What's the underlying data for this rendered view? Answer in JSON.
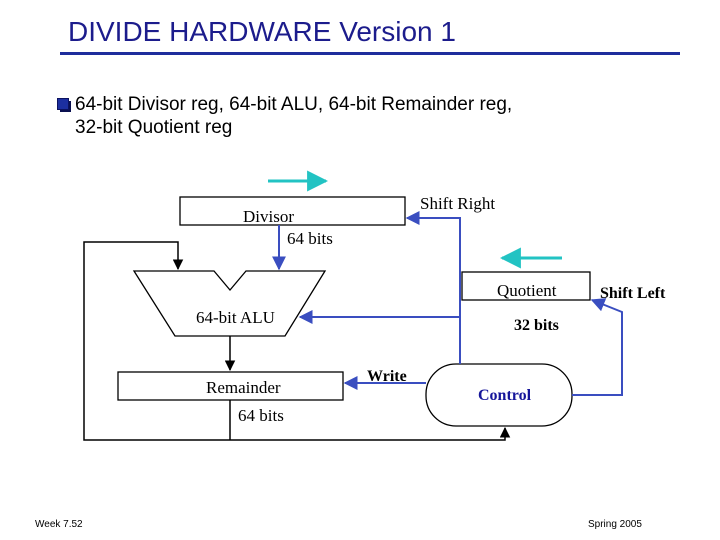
{
  "title": "DIVIDE HARDWARE Version 1",
  "bullet": {
    "line1": "64-bit Divisor reg, 64-bit ALU, 64-bit Remainder reg,",
    "line2": "32-bit Quotient reg"
  },
  "diagram": {
    "divisor": {
      "name": "Divisor",
      "size": "64 bits"
    },
    "shift_right": "Shift Right",
    "alu": "64-bit ALU",
    "quotient": {
      "name": "Quotient",
      "size": "32 bits"
    },
    "shift_left": "Shift Left",
    "remainder": {
      "name": "Remainder",
      "size": "64 bits"
    },
    "write": "Write",
    "control": "Control"
  },
  "footer": {
    "left": "Week 7.52",
    "right": "Spring 2005"
  },
  "colors": {
    "title": "#1c1c8c",
    "accent_line": "#1e2d9c",
    "wire_blue": "#3a4ec0",
    "arrow_teal": "#22c3c3",
    "control_text": "#16169a"
  }
}
